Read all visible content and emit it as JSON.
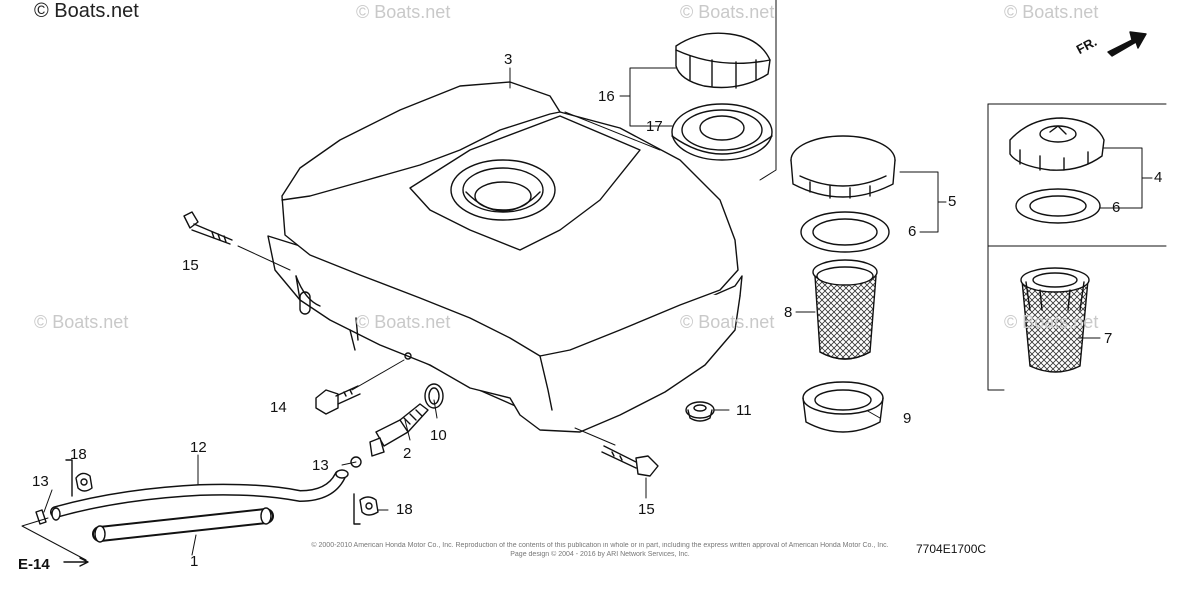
{
  "watermark": {
    "main": "© Boats.net",
    "faint": "© Boats.net"
  },
  "callouts": {
    "c1": "1",
    "c2": "2",
    "c3": "3",
    "c4": "4",
    "c5": "5",
    "c6a": "6",
    "c6b": "6",
    "c7": "7",
    "c8": "8",
    "c9": "9",
    "c10": "10",
    "c11": "11",
    "c12": "12",
    "c13a": "13",
    "c13b": "13",
    "c14": "14",
    "c15a": "15",
    "c15b": "15",
    "c16": "16",
    "c17": "17",
    "c18a": "18",
    "c18b": "18"
  },
  "direction_label": "FR.",
  "section_ref": "E-14",
  "diagram_code": "7704E1700C",
  "copyright_line1": "© 2000-2010 American Honda Motor Co., Inc. Reproduction of the contents of this publication in whole or in part, including the express written approval of American Honda Motor Co., Inc.",
  "copyright_line2": "Page design © 2004 - 2016 by ARI Network Services, Inc."
}
